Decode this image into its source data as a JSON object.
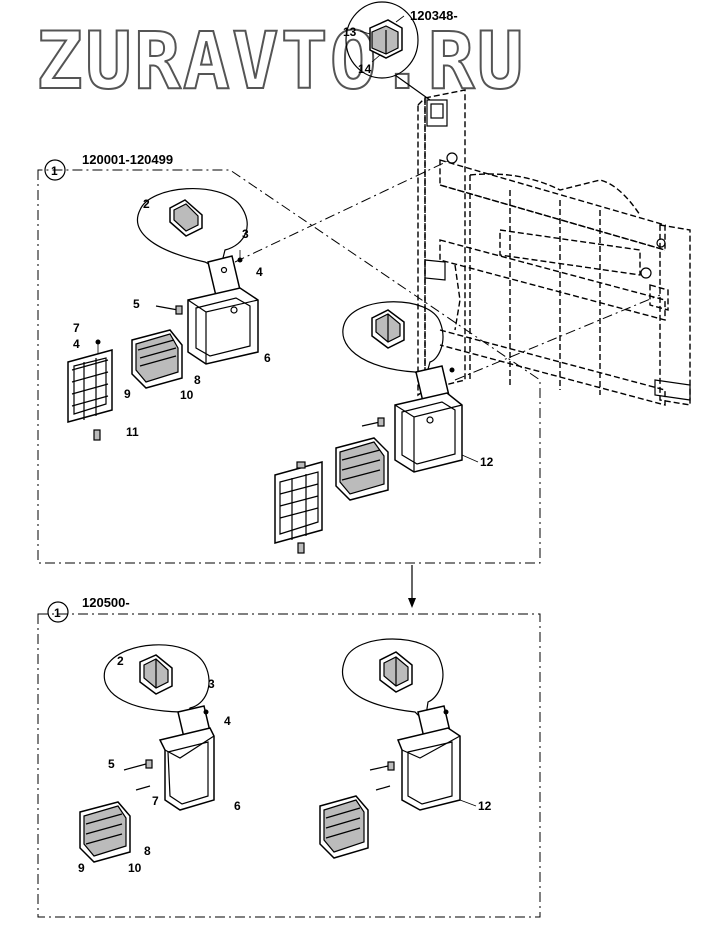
{
  "watermark": "ZURAVTO.RU",
  "detail_header": "120348-",
  "group_a": {
    "marker": "1",
    "serial": "120001-120499"
  },
  "group_b": {
    "marker": "1",
    "serial": "120500-"
  },
  "callouts": {
    "n2": "2",
    "n3": "3",
    "n4": "4",
    "n5": "5",
    "n6": "6",
    "n7": "7",
    "n8": "8",
    "n9": "9",
    "n10": "10",
    "n11": "11",
    "n12": "12",
    "n13": "13",
    "n14": "14"
  }
}
